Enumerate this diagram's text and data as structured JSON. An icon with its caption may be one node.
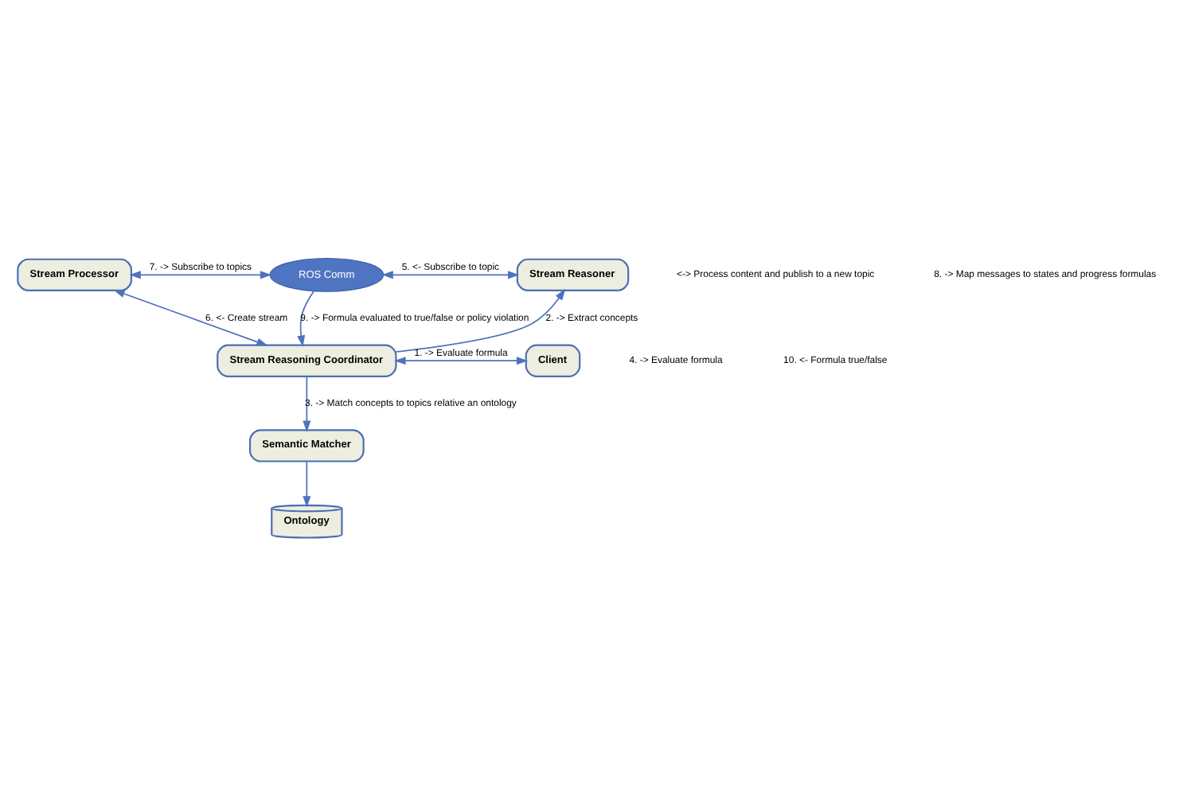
{
  "diagram": {
    "nodes": [
      {
        "text": [
          "Stream Processor"
        ]
      },
      {
        "text": [
          "ROS Comm"
        ]
      },
      {
        "text": [
          "Stream Reasoner"
        ]
      },
      {
        "text": [
          "Client"
        ]
      },
      {
        "text": [
          "Stream Reasoning Coordinator"
        ]
      },
      {
        "text": [
          "Semantic Matcher"
        ]
      },
      {
        "text": [
          "Ontology"
        ]
      }
    ],
    "edges": [
      {
        "from": 0,
        "to": 1,
        "arrow": "both",
        "label": "7. -> Subscribe to topics"
      },
      {
        "from": 1,
        "to": 2,
        "arrow": "both",
        "label": "5. <- Subscribe to topic"
      },
      {
        "from": 4,
        "to": 0,
        "arrow": "both",
        "label": "6. <- Create stream"
      },
      {
        "from": 1,
        "to": 4,
        "arrow": "to",
        "label": "9. -> Formula evaluated to true/false or policy violation"
      },
      {
        "from": 4,
        "to": 2,
        "arrow": "to",
        "label": "2. -> Extract concepts"
      },
      {
        "from": 4,
        "to": 3,
        "arrow": "both",
        "label": "1. -> Evaluate formula"
      },
      {
        "from": 4,
        "to": 5,
        "arrow": "to",
        "label": "3. -> Match concepts to topics relative an ontology"
      },
      {
        "from": 5,
        "to": 6,
        "arrow": "to"
      }
    ],
    "labels": [
      "<-> Process content and publish to a new topic",
      "8. -> Map messages to states and progress formulas",
      "4. -> Evaluate formula",
      "10. <- Formula true/false"
    ]
  }
}
